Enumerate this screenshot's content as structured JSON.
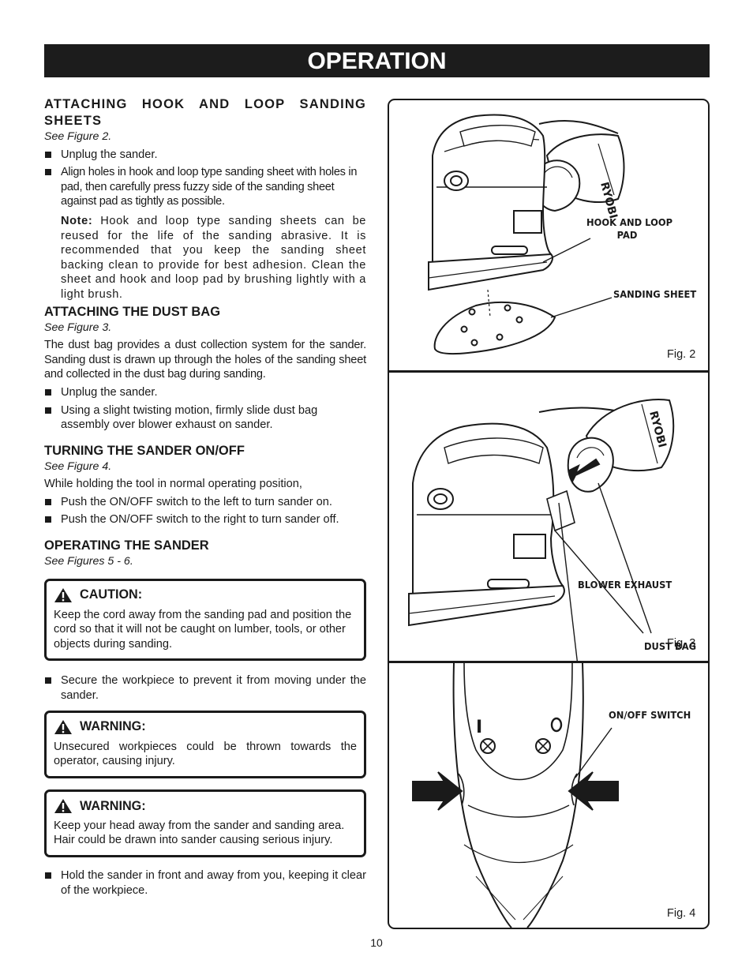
{
  "banner": {
    "title": "OPERATION"
  },
  "sections": {
    "hook_loop": {
      "heading": "ATTACHING HOOK AND LOOP SANDING SHEETS",
      "see": "See Figure 2.",
      "bullets": [
        "Unplug the sander.",
        "Align holes in hook and loop type sanding sheet with holes in pad, then carefully press fuzzy side of the sanding sheet against pad as tightly as possible."
      ],
      "note_label": "Note:",
      "note_text": "Hook and loop type sanding sheets can be reused for the life of the sanding abrasive. It is recommended that you keep the sanding sheet backing clean to provide for best adhesion. Clean the sheet and hook and loop pad by brushing lightly with a light brush."
    },
    "dust_bag": {
      "heading": "ATTACHING THE DUST BAG",
      "see": "See Figure 3.",
      "para": "The dust bag provides a dust collection system for the sander. Sanding dust is drawn up through the holes of the sanding sheet and collected in the dust bag during sanding.",
      "bullets": [
        "Unplug the sander.",
        "Using a slight twisting motion, firmly slide dust bag assembly over blower exhaust on sander."
      ]
    },
    "on_off": {
      "heading": "TURNING THE SANDER ON/OFF",
      "see": "See Figure 4.",
      "para": "While holding the tool in normal operating position,",
      "bullets": [
        "Push the ON/OFF switch to the left to turn sander on.",
        "Push the ON/OFF switch to the right to turn sander off."
      ]
    },
    "operating": {
      "heading": "OPERATING THE SANDER",
      "see": "See Figures 5 - 6.",
      "caution": {
        "label": "CAUTION:",
        "text": "Keep the cord away from the sanding pad and position the cord so that it will not be caught on lumber, tools, or other objects during sanding."
      },
      "bullet_1": "Secure the workpiece to prevent it from moving under the sander.",
      "warning_1": {
        "label": "WARNING:",
        "text": "Unsecured workpieces could be thrown towards the operator, causing injury."
      },
      "warning_2": {
        "label": "WARNING:",
        "text": "Keep your head away from the sander and sanding area. Hair could be drawn into sander causing serious injury."
      },
      "bullet_2": "Hold the sander in front and away from you, keeping it clear of the workpiece."
    }
  },
  "figures": {
    "fig2": {
      "label": "Fig. 2",
      "callout_pad_1": "HOOK AND LOOP",
      "callout_pad_2": "PAD",
      "callout_sheet": "SANDING SHEET"
    },
    "fig3": {
      "label": "Fig. 3",
      "callout_bag": "DUST BAG",
      "callout_exhaust": "BLOWER EXHAUST"
    },
    "fig4": {
      "label": "Fig. 4",
      "callout_switch": "ON/OFF SWITCH",
      "mark_on": "I",
      "mark_off": "O"
    },
    "brand": "RYOBI"
  },
  "page_number": "10"
}
